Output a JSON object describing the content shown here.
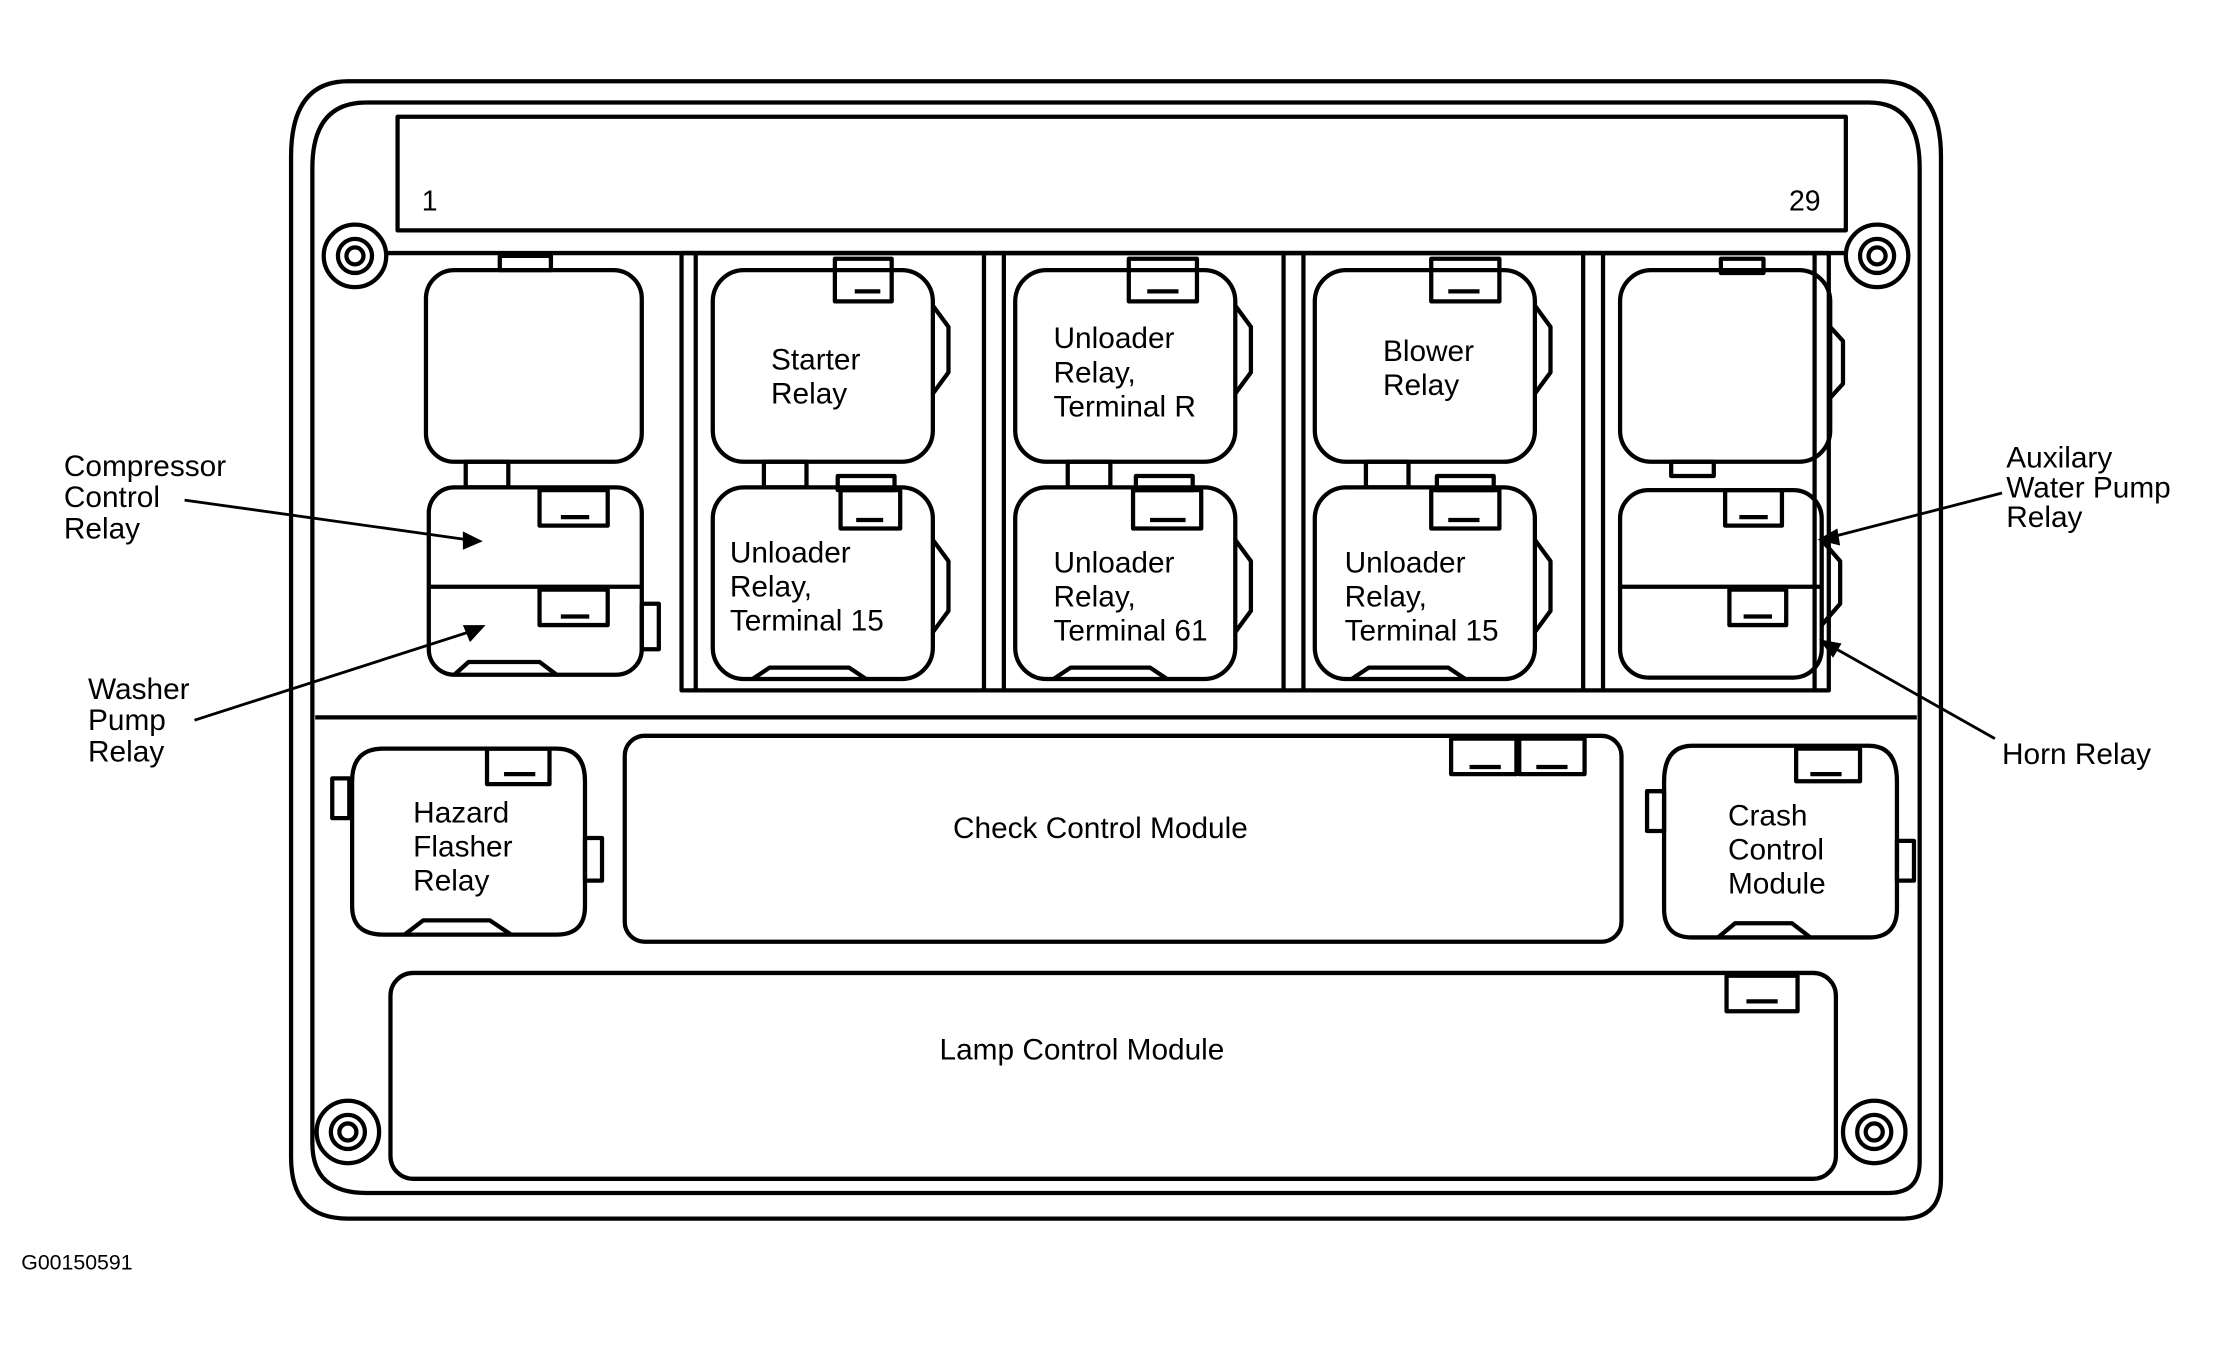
{
  "diagram": {
    "type": "fuse/relay box component locator",
    "connector_strip": {
      "start_label": "1",
      "end_label": "29"
    },
    "relays": {
      "starter": "Starter Relay",
      "unloader_terminal_15_left": "Unloader Relay, Terminal 15",
      "unloader_terminal_r": "Unloader Relay, Terminal R",
      "unloader_terminal_61": "Unloader Relay, Terminal 61",
      "blower": "Blower Relay",
      "unloader_terminal_15_right": "Unloader Relay, Terminal 15",
      "hazard_flasher": "Hazard Flasher Relay"
    },
    "relay_lines": {
      "starter": [
        "Starter",
        "Relay"
      ],
      "unloader_15_left": [
        "Unloader",
        "Relay,",
        "Terminal 15"
      ],
      "unloader_r": [
        "Unloader",
        "Relay,",
        "Terminal R"
      ],
      "unloader_61": [
        "Unloader",
        "Relay,",
        "Terminal 61"
      ],
      "blower": [
        "Blower",
        "Relay"
      ],
      "unloader_15_right": [
        "Unloader",
        "Relay,",
        "Terminal 15"
      ],
      "hazard": [
        "Hazard",
        "Flasher",
        "Relay"
      ],
      "crash": [
        "Crash",
        "Control",
        "Module"
      ]
    },
    "modules": {
      "check_control": "Check Control Module",
      "lamp_control": "Lamp Control Module",
      "crash_control": "Crash Control Module"
    },
    "callouts": {
      "compressor": [
        "Compressor",
        "Control",
        "Relay"
      ],
      "washer": [
        "Washer",
        "Pump",
        "Relay"
      ],
      "aux_water_pump": [
        "Auxilary",
        "Water Pump",
        "Relay"
      ],
      "horn": "Horn Relay"
    },
    "figure_id": "G00150591"
  }
}
